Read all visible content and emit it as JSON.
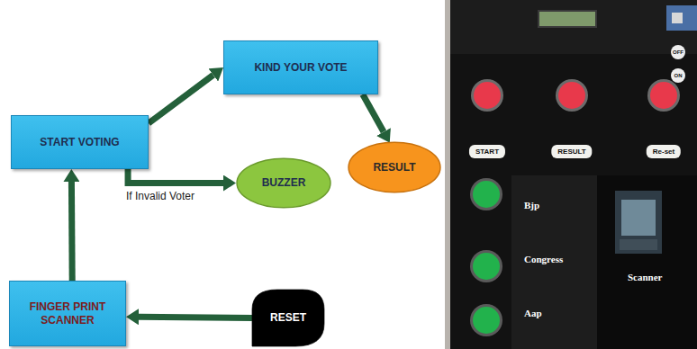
{
  "diagram": {
    "nodes": [
      {
        "text": [
          "KIND YOUR VOTE"
        ]
      },
      {
        "text": [
          "START VOTING"
        ]
      },
      {
        "text": [
          "BUZZER"
        ]
      },
      {
        "text": [
          "RESULT"
        ]
      },
      {
        "text": [
          "FINGER PRINT SCANNER"
        ]
      },
      {
        "text": [
          "RESET"
        ]
      }
    ],
    "edges": [
      {
        "from": 1,
        "to": 0,
        "arrow": "to"
      },
      {
        "from": 0,
        "to": 3,
        "arrow": "to"
      },
      {
        "from": 1,
        "to": 2,
        "label": "If Invalid Voter",
        "arrow": "to"
      },
      {
        "from": 4,
        "to": 1,
        "arrow": "to"
      },
      {
        "from": 5,
        "to": 4,
        "arrow": "to"
      }
    ],
    "labels": [
      "OFF",
      "ON",
      "START",
      "RESULT",
      "Re-set",
      "Bjp",
      "Congress",
      "Aap",
      "Scanner"
    ]
  }
}
